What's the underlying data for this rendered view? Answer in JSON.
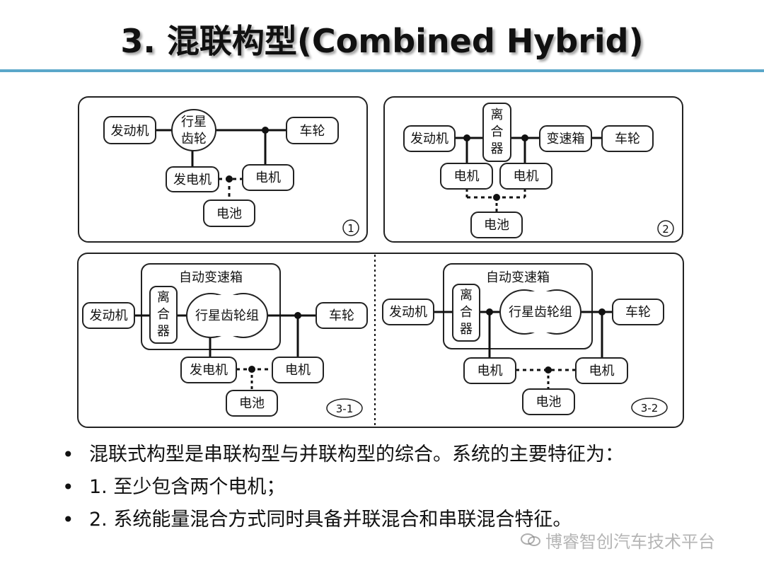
{
  "title": "3. 混联构型(Combined Hybrid)",
  "diagram": {
    "panels": {
      "p1": {
        "badge": "1"
      },
      "p2": {
        "badge": "2"
      },
      "p31": {
        "badge": "3-1"
      },
      "p32": {
        "badge": "3-2"
      }
    },
    "labels": {
      "engine": "发动机",
      "planetary_line1": "行星",
      "planetary_line2": "齿轮",
      "wheel": "车轮",
      "generator": "发电机",
      "motor": "电机",
      "battery": "电池",
      "clutch_line1": "离",
      "clutch_line2": "合",
      "clutch_line3": "器",
      "gearbox": "变速箱",
      "auto_gearbox": "自动变速箱",
      "planetary_gearset": "行星齿轮组"
    }
  },
  "bullets": [
    "混联式构型是串联构型与并联构型的综合。系统的主要特征为：",
    "1. 至少包含两个电机；",
    "2. 系统能量混合方式同时具备并联混合和串联混合特征。"
  ],
  "watermark": "博睿智创汽车技术平台",
  "watermark_icon": "wechat-icon"
}
